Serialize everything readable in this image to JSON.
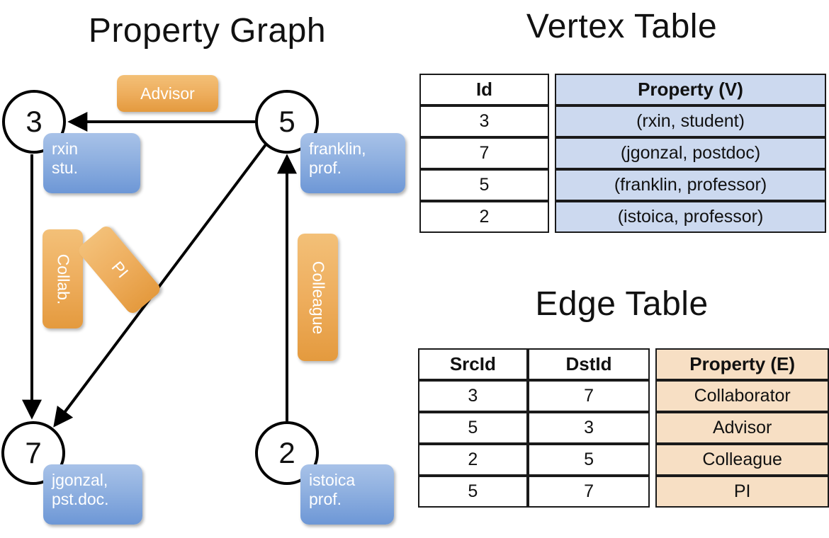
{
  "titles": {
    "property_graph": "Property Graph",
    "vertex_table": "Vertex Table",
    "edge_table": "Edge Table"
  },
  "graph": {
    "nodes": [
      {
        "id": "3",
        "label": "3",
        "property": "rxin\nstu."
      },
      {
        "id": "5",
        "label": "5",
        "property": "franklin,\nprof."
      },
      {
        "id": "7",
        "label": "7",
        "property": "jgonzal,\npst.doc."
      },
      {
        "id": "2",
        "label": "2",
        "property": "istoica\nprof."
      }
    ],
    "edge_labels": [
      {
        "name": "advisor",
        "text": "Advisor"
      },
      {
        "name": "collab",
        "text": "Collab."
      },
      {
        "name": "pi",
        "text": "PI"
      },
      {
        "name": "colleague",
        "text": "Colleague"
      }
    ],
    "edges": [
      {
        "src": "5",
        "dst": "3",
        "label": "Advisor"
      },
      {
        "src": "3",
        "dst": "7",
        "label": "Collab."
      },
      {
        "src": "5",
        "dst": "7",
        "label": "PI"
      },
      {
        "src": "2",
        "dst": "5",
        "label": "Colleague"
      }
    ]
  },
  "vertex_table": {
    "headers": [
      "Id",
      "Property (V)"
    ],
    "rows": [
      {
        "id": "3",
        "property": "(rxin, student)"
      },
      {
        "id": "7",
        "property": "(jgonzal, postdoc)"
      },
      {
        "id": "5",
        "property": "(franklin, professor)"
      },
      {
        "id": "2",
        "property": "(istoica, professor)"
      }
    ]
  },
  "edge_table": {
    "headers": [
      "SrcId",
      "DstId",
      "Property (E)"
    ],
    "rows": [
      {
        "src": "3",
        "dst": "7",
        "property": "Collaborator"
      },
      {
        "src": "5",
        "dst": "3",
        "property": "Advisor"
      },
      {
        "src": "2",
        "dst": "5",
        "property": "Colleague"
      },
      {
        "src": "5",
        "dst": "7",
        "property": "PI"
      }
    ]
  },
  "colors": {
    "vertex_property_fill": "#ccd9ef",
    "edge_property_fill": "#f7dfc4",
    "node_callout_blue": "#8fb0e0",
    "edge_label_orange": "#eeae5e",
    "stroke": "#000000"
  }
}
